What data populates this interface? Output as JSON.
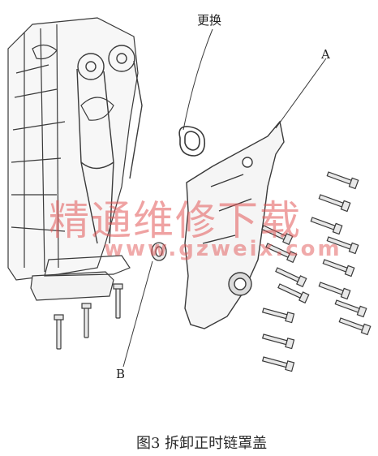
{
  "labels": {
    "replace": "更换",
    "a": "A",
    "b": "B"
  },
  "watermark": {
    "text": "精通维修下载",
    "url": "www.gzweix.com",
    "color": "#e05555"
  },
  "caption": "图3 拆卸正时链罩盖",
  "colors": {
    "line": "#3a3a3a",
    "background": "#ffffff"
  }
}
